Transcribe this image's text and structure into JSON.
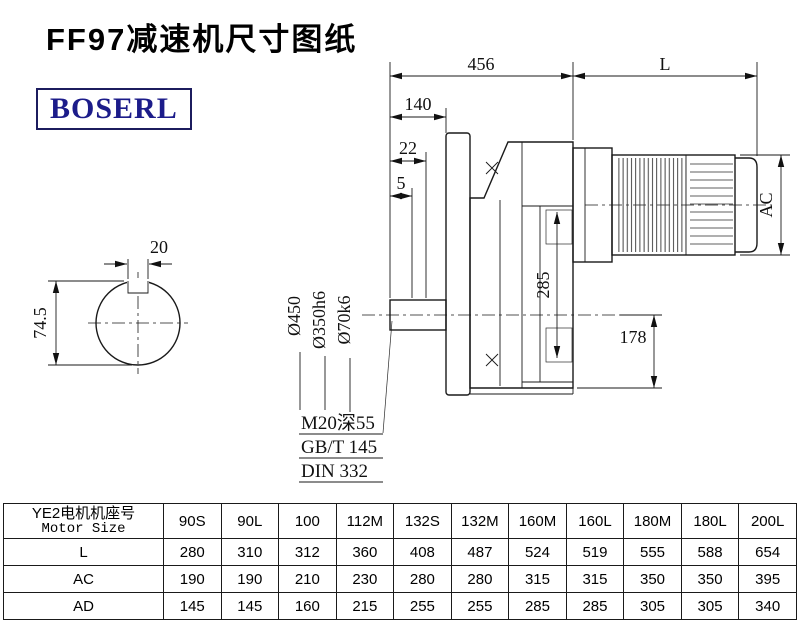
{
  "page": {
    "title": "FF97减速机尺寸图纸",
    "brand": "BOSERL"
  },
  "drawing": {
    "dims": {
      "overall_to_motor": "456",
      "motor_length_label": "L",
      "flange_offset": "140",
      "d22": "22",
      "d5": "5",
      "housing_height": "285",
      "center_to_bottom": "178",
      "motor_diameter_label": "AC",
      "key_width": "20",
      "shaft_key_height": "74.5",
      "flange_diameter": "Ø450",
      "spigot_diameter": "Ø350h6",
      "shaft_diameter": "Ø70k6"
    },
    "notes": [
      "M20深55",
      "GB/T 145",
      "DIN 332"
    ]
  },
  "table": {
    "header_cn": "YE2电机机座号",
    "header_en": "Motor Size",
    "columns": [
      "90S",
      "90L",
      "100",
      "112M",
      "132S",
      "132M",
      "160M",
      "160L",
      "180M",
      "180L",
      "200L"
    ],
    "rows": [
      {
        "label": "L",
        "values": [
          "280",
          "310",
          "312",
          "360",
          "408",
          "487",
          "524",
          "519",
          "555",
          "588",
          "654"
        ]
      },
      {
        "label": "AC",
        "values": [
          "190",
          "190",
          "210",
          "230",
          "280",
          "280",
          "315",
          "315",
          "350",
          "350",
          "395"
        ]
      },
      {
        "label": "AD",
        "values": [
          "145",
          "145",
          "160",
          "215",
          "255",
          "255",
          "285",
          "285",
          "305",
          "305",
          "340"
        ]
      }
    ]
  }
}
